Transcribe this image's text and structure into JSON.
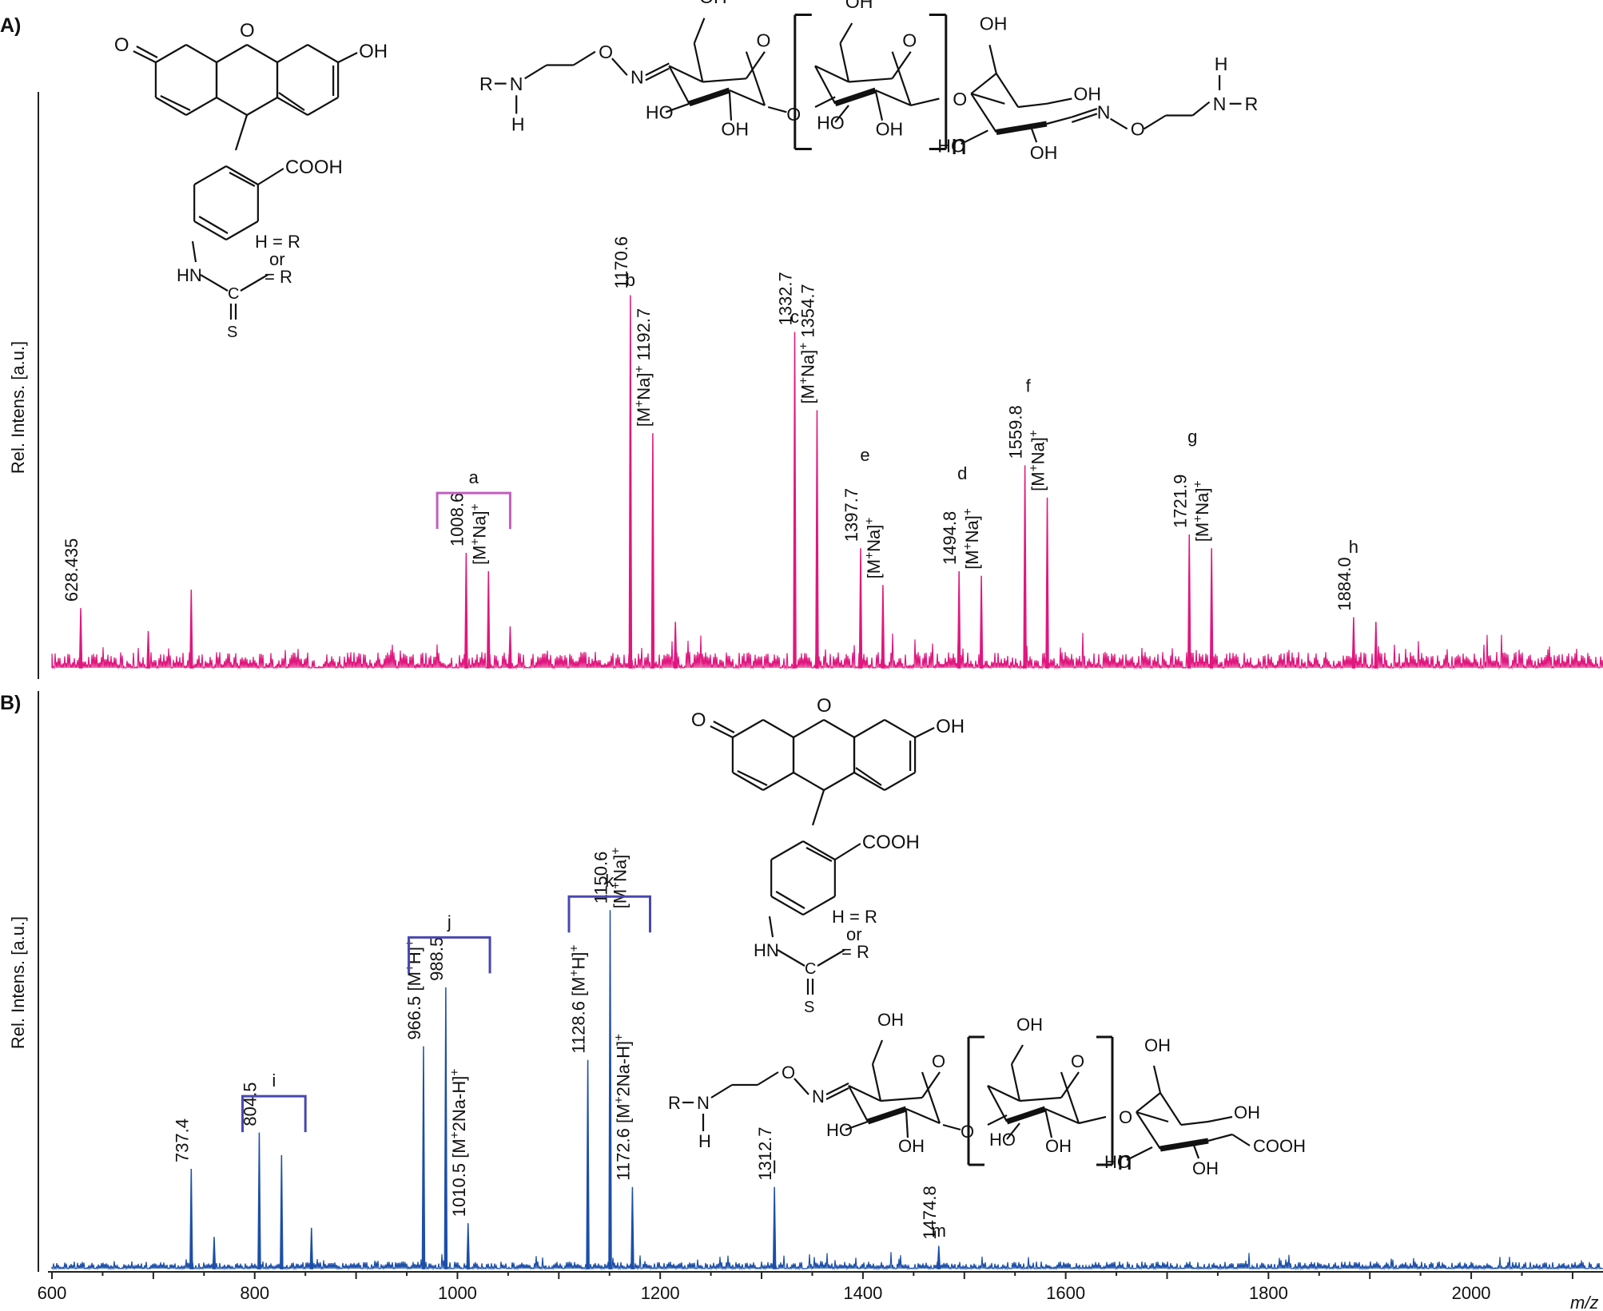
{
  "chart_data": [
    {
      "type": "line",
      "panel_label": "A)",
      "ylabel": "Rel. Intens. [a.u.]",
      "xlim": [
        600,
        2130
      ],
      "ylim": [
        0,
        100
      ],
      "color": "#e0177e",
      "bracket_color": "#c060c0",
      "peaks": [
        {
          "x": 628.4,
          "y": 13
        },
        {
          "x": 695,
          "y": 8
        },
        {
          "x": 737.4,
          "y": 17
        },
        {
          "x": 1008.6,
          "y": 25
        },
        {
          "x": 1030.6,
          "y": 21
        },
        {
          "x": 1052,
          "y": 9
        },
        {
          "x": 1170.6,
          "y": 81
        },
        {
          "x": 1192.7,
          "y": 51
        },
        {
          "x": 1215,
          "y": 10
        },
        {
          "x": 1332.7,
          "y": 73
        },
        {
          "x": 1354.7,
          "y": 56
        },
        {
          "x": 1397.7,
          "y": 26
        },
        {
          "x": 1419.7,
          "y": 18
        },
        {
          "x": 1494.8,
          "y": 21
        },
        {
          "x": 1516.8,
          "y": 20
        },
        {
          "x": 1559.8,
          "y": 44
        },
        {
          "x": 1581.8,
          "y": 37
        },
        {
          "x": 1721.9,
          "y": 29
        },
        {
          "x": 1743.9,
          "y": 26
        },
        {
          "x": 1884.0,
          "y": 11
        },
        {
          "x": 1906,
          "y": 10
        }
      ],
      "labels": [
        {
          "x": 628.4,
          "y": 13,
          "text": "628.435"
        },
        {
          "x": 1008.6,
          "y": 25,
          "text": "1008.6"
        },
        {
          "x": 1030.6,
          "y": 21,
          "text": "[M+Na]+"
        },
        {
          "x": 1170.6,
          "y": 81,
          "text": "1170.6"
        },
        {
          "x": 1192.7,
          "y": 51,
          "text": "[M+Na]+ 1192.7"
        },
        {
          "x": 1332.7,
          "y": 73,
          "text": "1332.7"
        },
        {
          "x": 1354.7,
          "y": 56,
          "text": "[M+Na]+ 1354.7"
        },
        {
          "x": 1397.7,
          "y": 26,
          "text": "1397.7"
        },
        {
          "x": 1419.7,
          "y": 18,
          "text": "[M+Na]+"
        },
        {
          "x": 1494.8,
          "y": 21,
          "text": "1494.8"
        },
        {
          "x": 1516.8,
          "y": 20,
          "text": "[M+Na]+"
        },
        {
          "x": 1559.8,
          "y": 44,
          "text": "1559.8"
        },
        {
          "x": 1581.8,
          "y": 37,
          "text": "[M+Na]+"
        },
        {
          "x": 1721.9,
          "y": 29,
          "text": "1721.9"
        },
        {
          "x": 1743.9,
          "y": 26,
          "text": "[M+Na]+"
        },
        {
          "x": 1884.0,
          "y": 11,
          "text": "1884.0"
        }
      ],
      "letters": [
        {
          "text": "b",
          "x": 1170.6,
          "y": 83
        },
        {
          "text": "c",
          "x": 1332.7,
          "y": 75
        },
        {
          "text": "e",
          "x": 1402,
          "y": 45
        },
        {
          "text": "d",
          "x": 1498,
          "y": 41
        },
        {
          "text": "f",
          "x": 1563,
          "y": 60
        },
        {
          "text": "g",
          "x": 1725,
          "y": 49
        },
        {
          "text": "h",
          "x": 1884,
          "y": 25
        }
      ],
      "brackets": [
        {
          "text": "a",
          "x1": 980,
          "x2": 1052,
          "y": 38
        }
      ]
    },
    {
      "type": "line",
      "panel_label": "B)",
      "ylabel": "Rel. Intens. [a.u.]",
      "xlabel": "m/z",
      "xlim": [
        600,
        2130
      ],
      "ylim": [
        0,
        100
      ],
      "color": "#1c4fa8",
      "bracket_color": "#4848b0",
      "xticks": [
        600,
        800,
        1000,
        1200,
        1400,
        1600,
        1800,
        2000
      ],
      "peaks": [
        {
          "x": 737.4,
          "y": 22
        },
        {
          "x": 760,
          "y": 7
        },
        {
          "x": 804.5,
          "y": 30
        },
        {
          "x": 826.5,
          "y": 25
        },
        {
          "x": 856,
          "y": 9
        },
        {
          "x": 966.5,
          "y": 49
        },
        {
          "x": 988.5,
          "y": 62
        },
        {
          "x": 1010.5,
          "y": 10
        },
        {
          "x": 1128.6,
          "y": 46
        },
        {
          "x": 1150.6,
          "y": 79
        },
        {
          "x": 1172.6,
          "y": 18
        },
        {
          "x": 1312.7,
          "y": 18
        },
        {
          "x": 1474.8,
          "y": 5
        }
      ],
      "labels": [
        {
          "x": 737.4,
          "y": 22,
          "text": "737.4"
        },
        {
          "x": 804.5,
          "y": 30,
          "text": "804.5"
        },
        {
          "x": 966.5,
          "y": 49,
          "text": "966.5  [M+H]+"
        },
        {
          "x": 988.5,
          "y": 62,
          "text": "988.5"
        },
        {
          "x": 1010.5,
          "y": 10,
          "text": "1010.5  [M+2Na-H]+"
        },
        {
          "x": 1128.6,
          "y": 46,
          "text": "1128.6  [M+H]+"
        },
        {
          "x": 1150.6,
          "y": 79,
          "text": "1150.6"
        },
        {
          "x": 1172.6,
          "y": 18,
          "text": "1172.6  [M+2Na-H]+"
        },
        {
          "x": 1312.7,
          "y": 18,
          "text": "1312.7"
        },
        {
          "x": 1474.8,
          "y": 5,
          "text": "1474.8"
        }
      ],
      "peak_annotations": [
        {
          "x": 1150.6,
          "y": 79,
          "text": "[M+Na]+"
        }
      ],
      "letters": [
        {
          "text": "l",
          "x": 1312.7,
          "y": 21
        },
        {
          "text": "m",
          "x": 1474.8,
          "y": 7
        }
      ],
      "brackets": [
        {
          "text": "i",
          "x1": 788,
          "x2": 850,
          "y": 38
        },
        {
          "text": "j",
          "x1": 952,
          "x2": 1032,
          "y": 73
        },
        {
          "text": "k",
          "x1": 1110,
          "x2": 1190,
          "y": 82
        }
      ]
    }
  ],
  "structures": {
    "fluorescein": {
      "o_left": "O",
      "o_ring": "O",
      "oh": "OH",
      "cooh": "COOH",
      "hn": "HN",
      "c": "C",
      "s": "S",
      "eq1": "H = R",
      "or": "or",
      "eq2": "= R"
    },
    "oligosaccharide": {
      "r": "R",
      "n_amine": "N",
      "h_amine": "H",
      "o_ether": "O",
      "n_oxime": "N",
      "oh": "OH",
      "ho": "HO",
      "o": "O",
      "n": "n",
      "cooh": "COOH"
    }
  }
}
